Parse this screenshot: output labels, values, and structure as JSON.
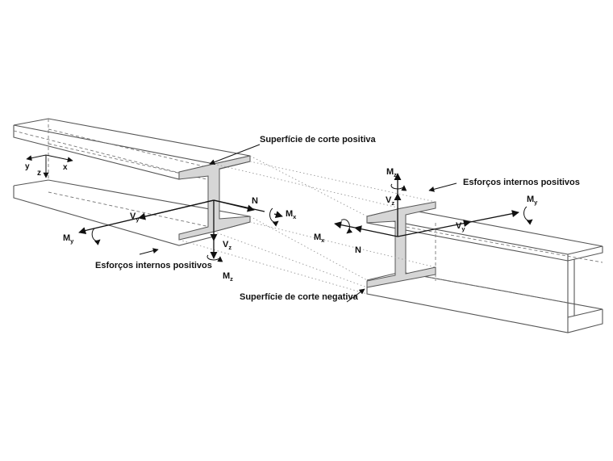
{
  "annotations": {
    "cut_positive": "Superfície de corte positiva",
    "cut_negative": "Superfície de corte negativa",
    "internal_left": "Esforços internos positivos",
    "internal_right": "Esforços internos positivos"
  },
  "left_axes": {
    "y": "y",
    "z": "z",
    "x": "x"
  },
  "left_forces": {
    "n": "N",
    "mx": "M",
    "mx_sub": "x",
    "vy": "V",
    "vy_sub": "y",
    "my": "M",
    "my_sub": "y",
    "vz": "V",
    "vz_sub": "z",
    "mz": "M",
    "mz_sub": "z"
  },
  "right_forces": {
    "mz": "M",
    "mz_sub": "z",
    "vz": "V",
    "vz_sub": "z",
    "my": "M",
    "my_sub": "y",
    "vy": "V",
    "vy_sub": "y",
    "mx": "M",
    "mx_sub": "x",
    "n": "N"
  },
  "colors": {
    "line": "#555555",
    "cut_face": "#d6d6d6",
    "text": "#111111"
  }
}
